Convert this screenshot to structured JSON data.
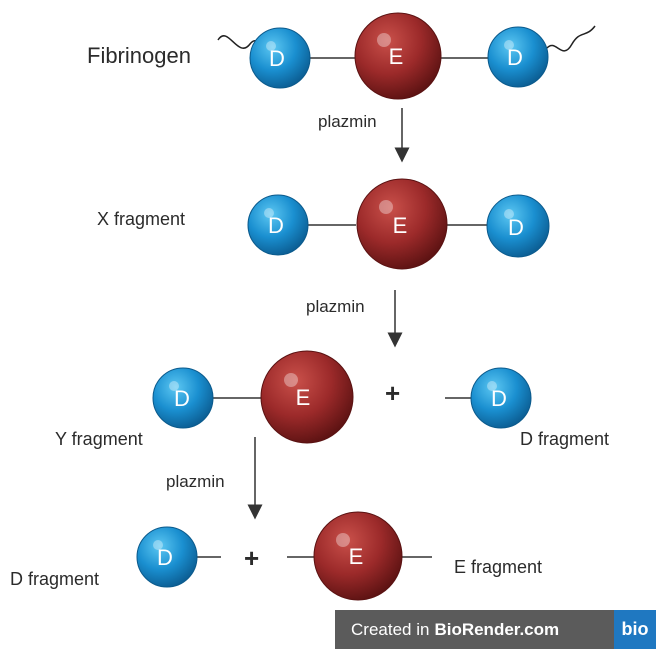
{
  "labels": {
    "fibrinogen": "Fibrinogen",
    "x_fragment": "X fragment",
    "y_fragment": "Y fragment",
    "d_fragment": "D fragment",
    "e_fragment": "E fragment",
    "enzyme": "plazmin",
    "plus": "+",
    "domain_d": "D",
    "domain_e": "E"
  },
  "colors": {
    "d_domain": "#1a8fd0",
    "e_domain": "#9c2a2a",
    "linker": "#333333",
    "arrow": "#333333"
  },
  "watermark": {
    "prefix": "Created in",
    "brand": "BioRender.com",
    "logo": "bio"
  }
}
